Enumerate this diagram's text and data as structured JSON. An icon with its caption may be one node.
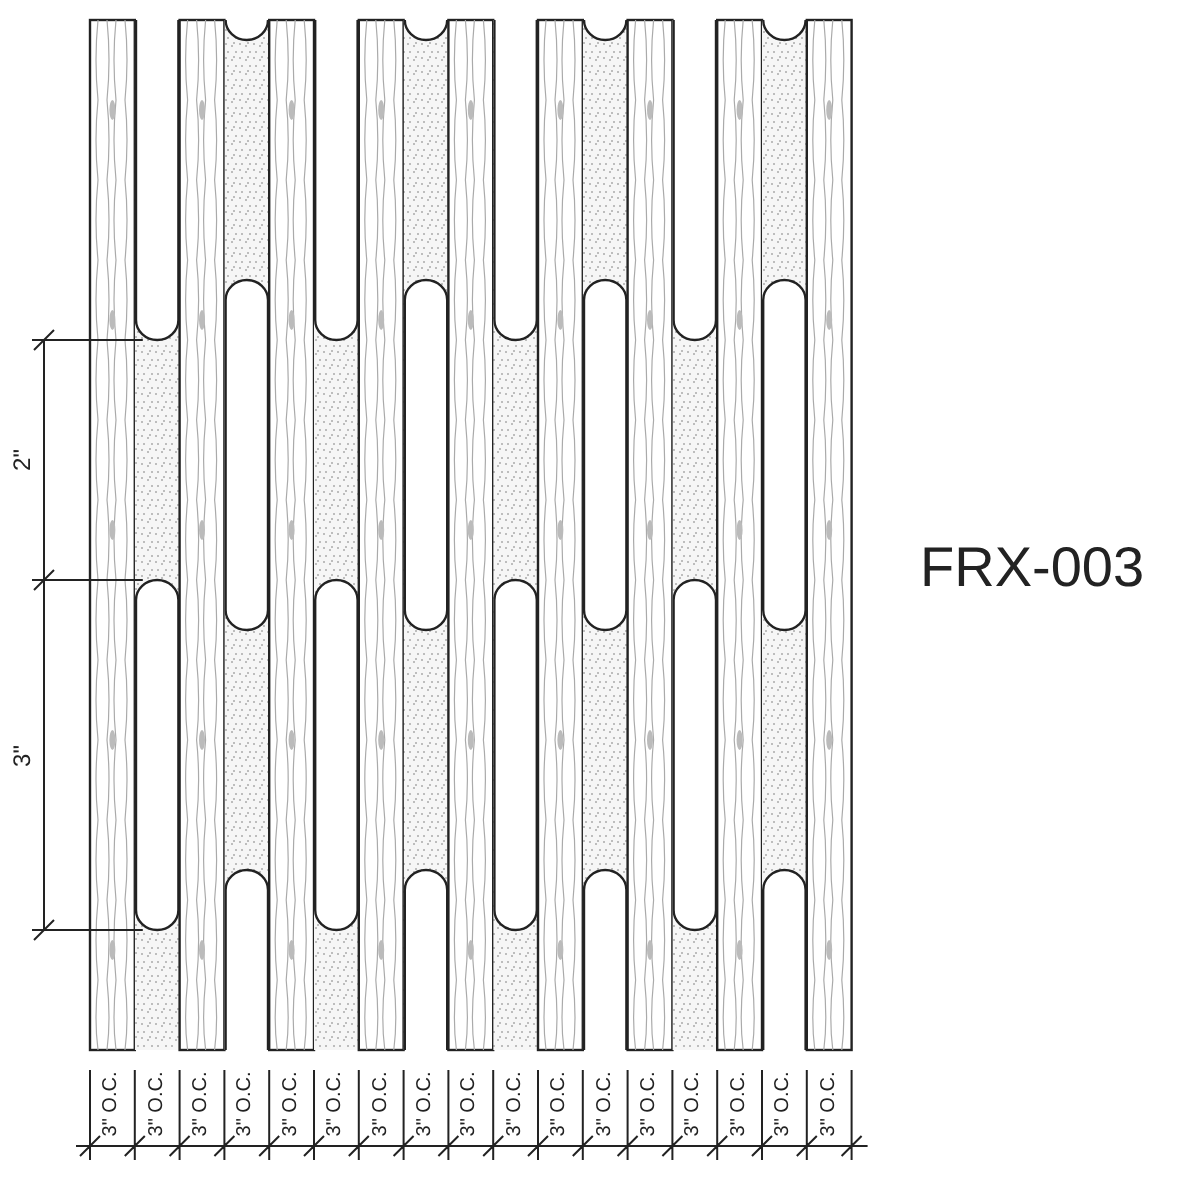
{
  "diagram": {
    "title": "FRX-003",
    "labels": [
      "2\"",
      "3\"",
      "3\" O.C.",
      "3\" O.C.",
      "3\" O.C.",
      "3\" O.C.",
      "3\" O.C.",
      "3\" O.C.",
      "3\" O.C.",
      "3\" O.C.",
      "3\" O.C.",
      "3\" O.C.",
      "3\" O.C.",
      "3\" O.C.",
      "3\" O.C.",
      "3\" O.C.",
      "3\" O.C.",
      "3\" O.C.",
      "3\" O.C."
    ]
  }
}
